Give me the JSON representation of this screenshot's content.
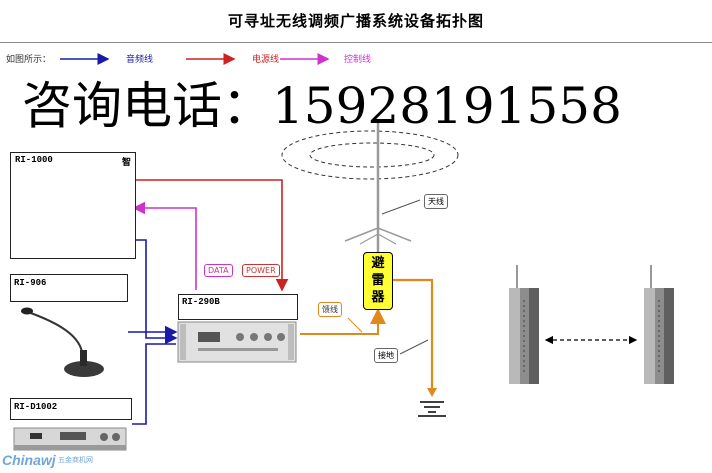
{
  "title": "可寻址无线调频广播系统设备拓扑图",
  "legend": {
    "intro": "如图所示：",
    "items": [
      {
        "label": "音频线",
        "color": "#1a1aa8"
      },
      {
        "label": "电源线",
        "color": "#cc2222"
      },
      {
        "label": "控制线",
        "color": "#cc33cc"
      }
    ]
  },
  "contact_overlay": "咨询电话：15928191558",
  "devices": {
    "computer": {
      "label": "RI-1000",
      "side_note": "智"
    },
    "microphone": {
      "label": "RI-906"
    },
    "tuner": {
      "label": "RI-D1002"
    },
    "amplifier": {
      "label": "RI-290B"
    }
  },
  "tags": {
    "data": "DATA",
    "power": "POWER",
    "feeder": "馈线",
    "antenna": "天线",
    "grounding": "接地"
  },
  "lightning_arrester": "避雷器",
  "watermark": {
    "brand": "Chinawj",
    "sub": "五金商机网"
  },
  "colors": {
    "audio": "#1a1aa8",
    "power": "#cc2222",
    "control": "#cc33cc",
    "feeder": "#e08a1e",
    "arrester": "#ffff33"
  }
}
